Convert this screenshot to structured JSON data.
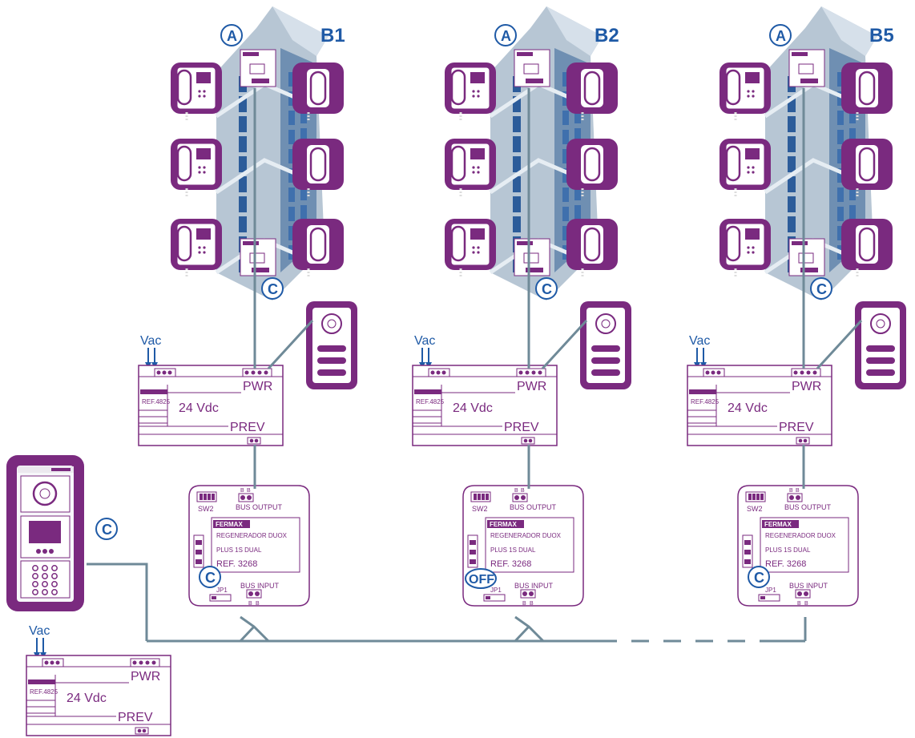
{
  "colors": {
    "purple": "#7a2a7f",
    "bus": "#6f8a98",
    "accent": "#1f5aa6",
    "building_light": "#b7c6d4",
    "building_dark": "#6f8fb2",
    "glass": "#2c5c9a"
  },
  "labels": {
    "badge_a": "A",
    "badge_c": "C",
    "vac": "Vac",
    "fermax": "FERMAX",
    "off": "OFF"
  },
  "buildings": [
    {
      "id": "B1"
    },
    {
      "id": "B2"
    },
    {
      "id": "B5"
    }
  ],
  "power_supply": {
    "ref": "REF.4825",
    "voltage": "24 Vdc",
    "pwr": "PWR",
    "prev": "PREV"
  },
  "regenerator": {
    "sw2": "SW2",
    "bus_output": "BUS OUTPUT",
    "line1": "REGENERADOR DUOX",
    "line2": "PLUS 1S DUAL",
    "ref": "REF. 3268",
    "jp1": "JP1",
    "bus_input": "BUS INPUT",
    "b": "B"
  }
}
